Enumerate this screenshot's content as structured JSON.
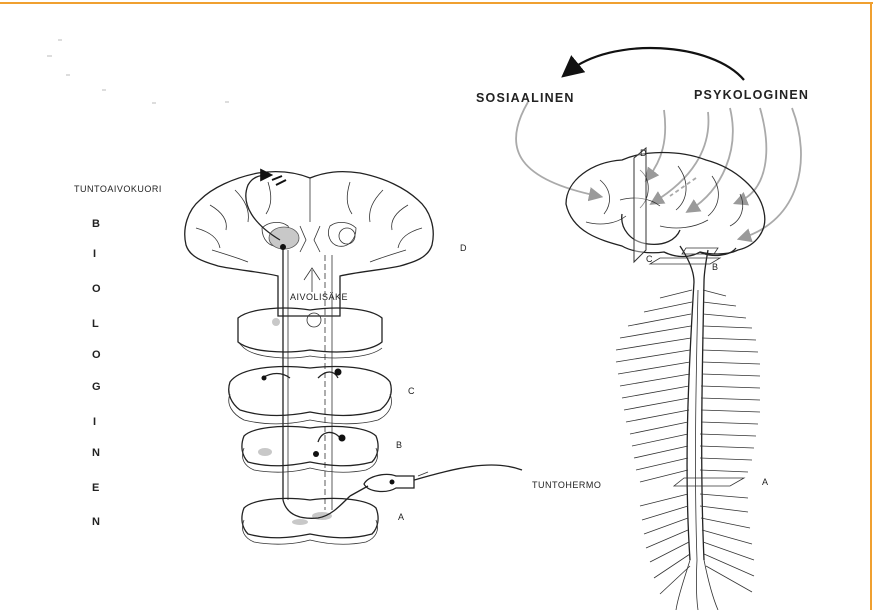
{
  "colors": {
    "border": "#f0a030",
    "ink": "#222222",
    "arrow_gray": "#aaaaaa"
  },
  "labels": {
    "tuntoaivokuori": "TUNTOAIVOKUORI",
    "aivolisake": "AIVOLISÄKE",
    "tuntohermo": "TUNTOHERMO",
    "sosiaalinen": "SOSIAALINEN",
    "psykologinen": "PSYKOLOGINEN",
    "left_d": "D",
    "left_c": "C",
    "left_b": "B",
    "left_a": "A",
    "right_d": "D",
    "right_c": "C",
    "right_b": "B",
    "right_a": "A"
  },
  "biologinen_letters": [
    "B",
    "I",
    "O",
    "L",
    "O",
    "G",
    "I",
    "N",
    "E",
    "N"
  ]
}
